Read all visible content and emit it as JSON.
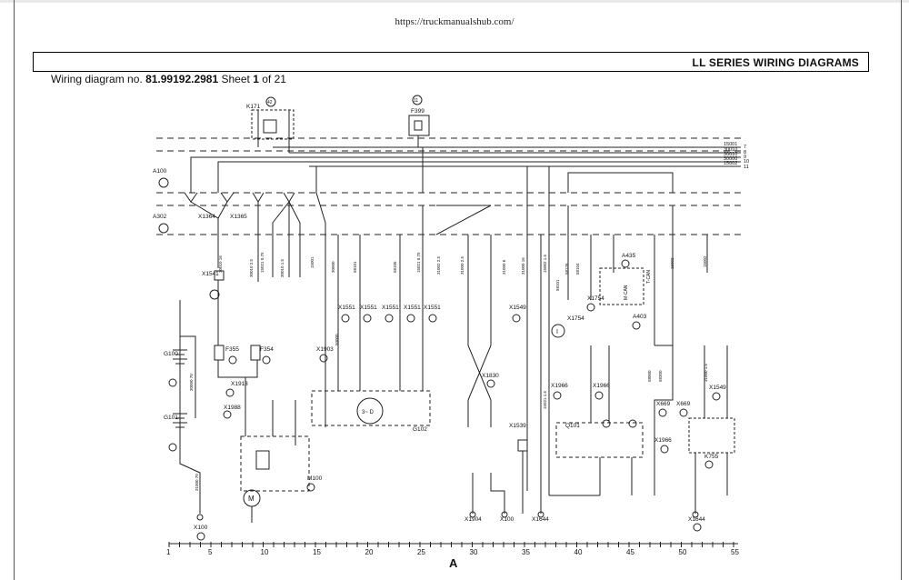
{
  "header": {
    "url": "https://truckmanualshub.com/"
  },
  "title": "LL SERIES WIRING DIAGRAMS",
  "subtitle": {
    "prefix": "Wiring diagram no.",
    "number": "81.99192.2981",
    "sheet_word": "Sheet",
    "sheet_num": "1",
    "of_text": "of 21"
  },
  "components": {
    "a100": "A100",
    "a302": "A302",
    "k171": "K171",
    "f399": "F399",
    "x1364": "X1364",
    "x1365": "X1365",
    "x1541": "X1541",
    "f355": "F355",
    "f354": "F354",
    "x1913": "X1913",
    "x1988": "X1988",
    "x1903": "X1903",
    "g100": "G100",
    "g101": "G101",
    "m100": "M100",
    "m": "M",
    "x100": "X100",
    "x1551": "X1551",
    "g102": "G102",
    "x1549": "X1549",
    "x1830": "X1830",
    "x1539": "X1539",
    "x1904": "X1904",
    "x1644": "X1644",
    "x1754": "X1754",
    "a435": "A435",
    "a403": "A403",
    "mcan": "M-CAN",
    "tcan": "T-CAN",
    "x1966": "X1966",
    "x669": "X669",
    "q101": "Q101",
    "k755": "K755",
    "ring": "I",
    "c42": "42",
    "c11": "11"
  },
  "bus_labels": [
    "15001",
    "30010",
    "30010",
    "30000",
    "15002"
  ],
  "bus_numbers": [
    "7",
    "8",
    "9",
    "10",
    "11"
  ],
  "wire_labels": [
    "30010 16",
    "30010 2.5",
    "15021 0.75",
    "30010 1.5",
    "15001",
    "30000",
    "58101",
    "58105",
    "15021 0.75",
    "31002 2.5",
    "31000 2.5",
    "31000 6",
    "31000 16",
    "15002 1.5",
    "15021 1.5",
    "58101",
    "58126",
    "58104",
    "15002",
    "15002",
    "58300",
    "58000",
    "50000",
    "31000 1.5",
    "31000 70",
    "30000 70"
  ],
  "ruler": {
    "ticks": [
      "1",
      "5",
      "10",
      "15",
      "20",
      "25",
      "30",
      "35",
      "40",
      "45",
      "50",
      "55"
    ],
    "zone": "A"
  }
}
